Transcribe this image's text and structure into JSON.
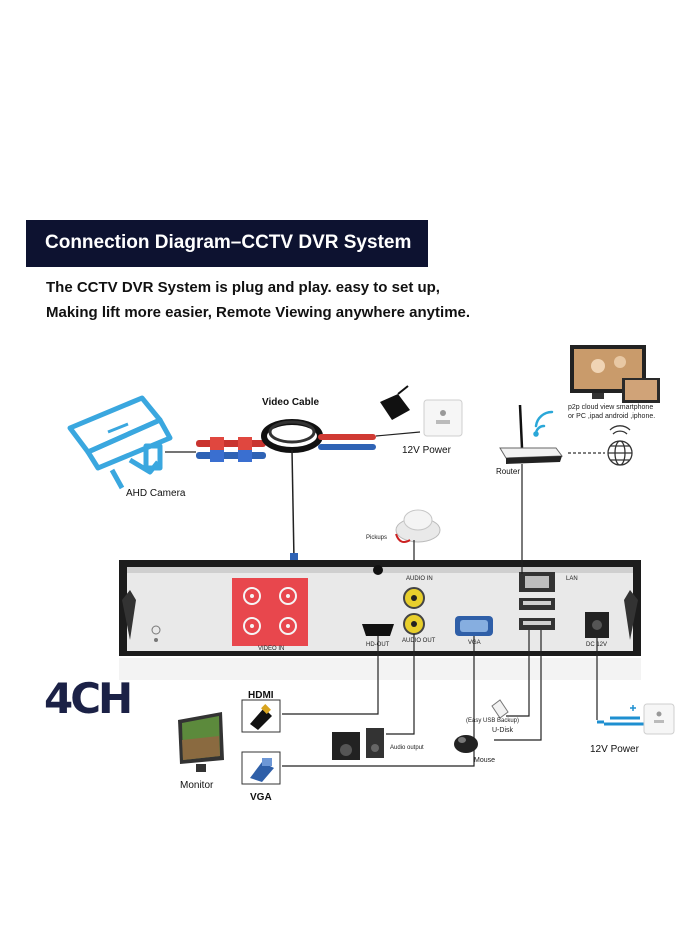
{
  "banner": {
    "title": "Connection Diagram–CCTV DVR System"
  },
  "intro": {
    "line1": "The CCTV DVR System is plug and play. easy to set up,",
    "line2": "Making lift more easier, Remote Viewing anywhere anytime."
  },
  "labels": {
    "video_cable": "Video Cable",
    "ahd_camera": "AHD Camera",
    "power_top": "12V Power",
    "router": "Router",
    "p2p_line1": "p2p cloud view smartphone",
    "p2p_line2": "or PC ,ipad android ,iphone.",
    "pickups": "Pickups",
    "hdmi": "HDMI",
    "vga": "VGA",
    "monitor": "Monitor",
    "audio_output": "Audio output",
    "usb_note": "(Easy USB Backup)",
    "udisk": "U-Disk",
    "mouse": "Mouse",
    "power_right": "12V Power",
    "badge_4ch": "4CH"
  },
  "dvr_ports": {
    "video_in": "VIDEO IN",
    "audio_in": "AUDIO IN",
    "audio_out": "AUDIO OUT",
    "hd_out": "HD-OUT",
    "vga": "VGA",
    "lan": "LAN",
    "dc12v": "DC 12V"
  },
  "icons": {
    "camera": "cctv-camera-icon",
    "globe": "globe-icon",
    "wifi": "wifi-icon",
    "router": "router-icon"
  },
  "colors": {
    "banner_bg": "#0d1230",
    "camera_blue": "#3aa7df",
    "video_port_red": "#e8474d",
    "badge_navy": "#1b2146",
    "power_blue": "#1e8fd0"
  }
}
